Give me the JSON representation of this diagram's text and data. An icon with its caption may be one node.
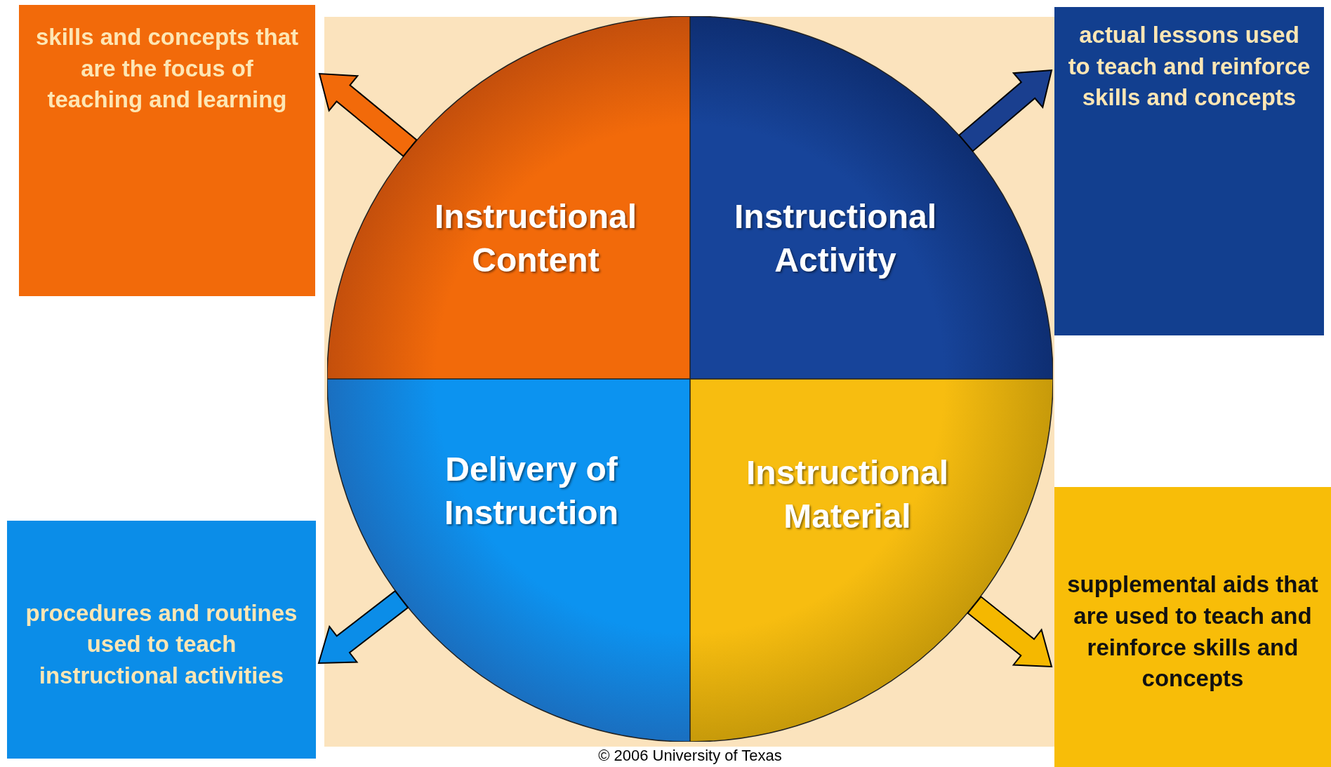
{
  "diagram": {
    "nodes": [
      {
        "text": [
          "skills and concepts that are the focus of teaching and learning"
        ]
      },
      {
        "text": [
          "Instructional Content"
        ]
      },
      {
        "text": [
          "Instructional Activity"
        ]
      },
      {
        "text": [
          "actual lessons used to teach and reinforce skills and concepts"
        ]
      },
      {
        "text": [
          "Delivery of Instruction"
        ]
      },
      {
        "text": [
          "Instructional Material"
        ]
      },
      {
        "text": [
          "procedures and routines used to teach instructional activities"
        ]
      },
      {
        "text": [
          "supplemental aids that are used to teach and reinforce skills and concepts"
        ]
      }
    ],
    "edges": [
      {
        "from": 1,
        "to": 0,
        "arrow": "to",
        "color": "#f26a0a"
      },
      {
        "from": 2,
        "to": 3,
        "arrow": "to",
        "color": "#1a3f8f"
      },
      {
        "from": 4,
        "to": 6,
        "arrow": "to",
        "color": "#0b8de8"
      },
      {
        "from": 5,
        "to": 7,
        "arrow": "to",
        "color": "#f5b800"
      }
    ],
    "labels": [
      "© 2006 University of Texas"
    ]
  }
}
